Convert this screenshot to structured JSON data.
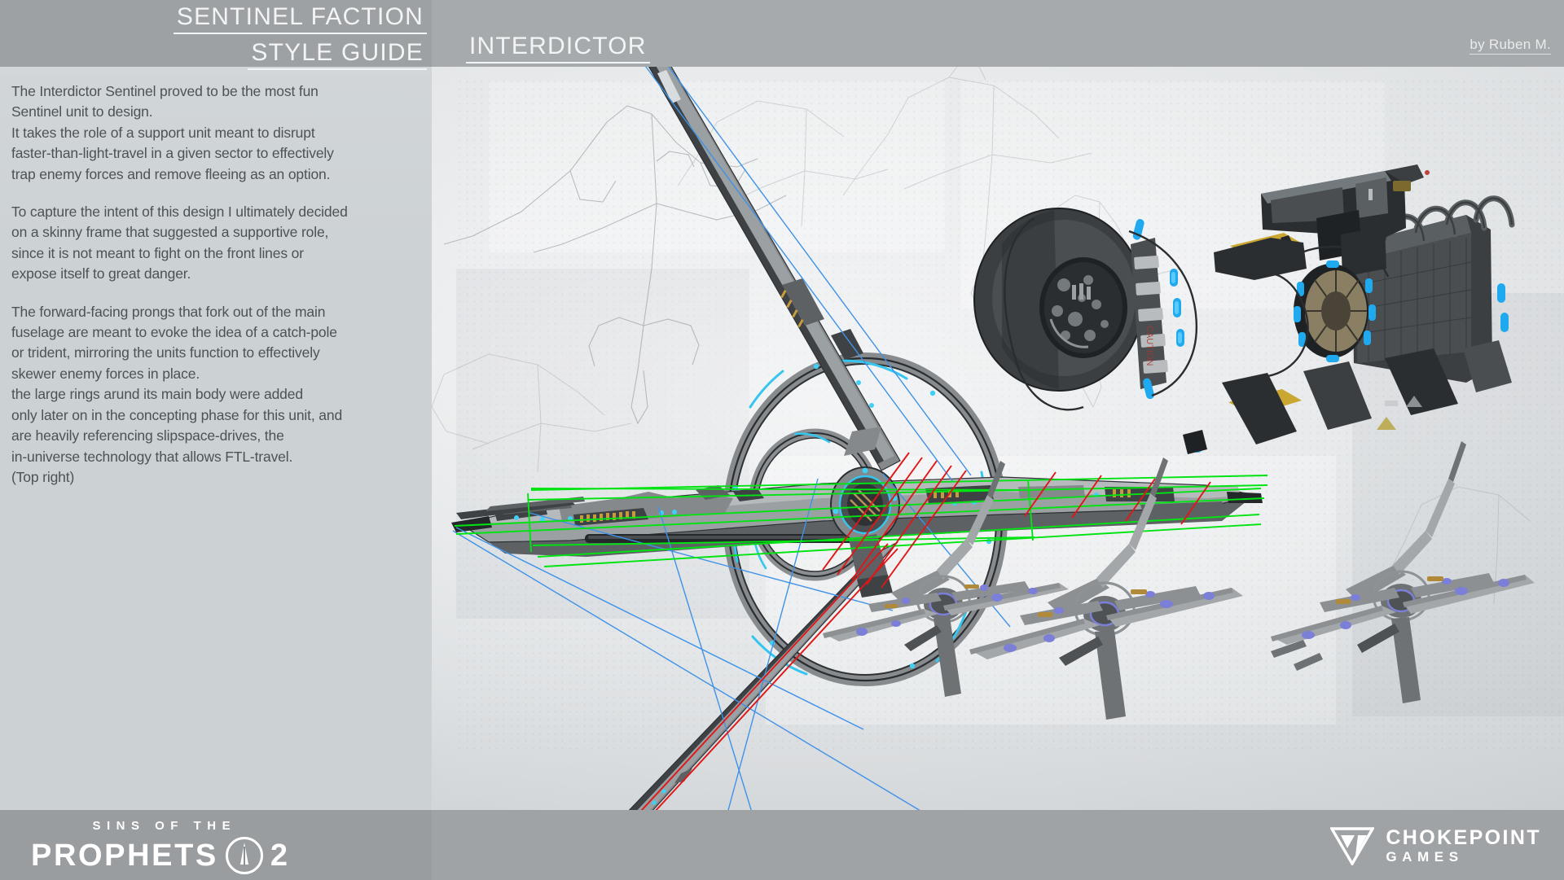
{
  "header": {
    "title_line1": "SENTINEL FACTION",
    "title_line2": "STYLE GUIDE",
    "subject": "INTERDICTOR",
    "credit": "by Ruben M."
  },
  "body": {
    "paragraphs": [
      "The Interdictor Sentinel proved to be the most fun\nSentinel unit to design.\nIt takes the role of a support unit meant to disrupt\nfaster-than-light-travel in a given sector to effectively\ntrap enemy forces and remove fleeing as an option.",
      "To capture the intent of this design I ultimately decided\non a skinny frame that suggested a supportive role,\nsince it is not meant to fight on the front lines or\nexpose itself to great danger.",
      "The forward-facing prongs that fork out of the main\nfuselage are meant to evoke the idea of a catch-pole\nor trident, mirroring the units function to effectively\nskewer enemy forces in place.\nthe large rings arund its main body were added\nonly later on in the concepting phase for this unit, and\nare heavily referencing slipspace-drives, the\nin-universe technology that allows FTL-travel.\n(Top right)"
    ]
  },
  "footer": {
    "game_sub": "SINS OF THE",
    "game_title": "PROPHETS",
    "game_number": "2",
    "studio_line1": "CHOKEPOINT",
    "studio_line2": "GAMES"
  },
  "artwork": {
    "main_view_label": "interdictor-orthographic-side-view",
    "drive_render_label": "slipspace-drive-render",
    "fleet_renders_label": "interdictor-beauty-renders",
    "background_sketches_label": "concept-sketch-thumbnails",
    "guide_colors": {
      "green": "#00e412",
      "red": "#e01616",
      "blue": "#3f92e8"
    },
    "accent_colors": {
      "hull_light": "#9ba0a3",
      "hull_dark": "#3e4245",
      "engine_glow": "#25c8f0",
      "render_glow": "#7b7fd8",
      "hazard": "#c9a731"
    },
    "panel_bg": "#ccd1d4",
    "band_bg": "#a7aaac"
  }
}
